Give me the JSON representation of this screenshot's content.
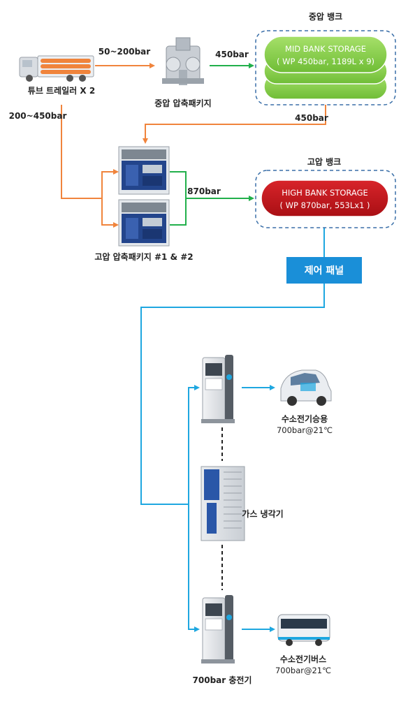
{
  "tube_trailer": {
    "label": "튜브 트레일러 X 2"
  },
  "flows": {
    "trailer_to_mid_compressor": "50~200bar",
    "mid_compressor_to_mid_bank": "450bar",
    "trailer_to_high_compressor": "200~450bar",
    "mid_bank_return": "450bar",
    "high_compressor_to_high_bank": "870bar"
  },
  "mid_compressor": {
    "label": "중압 압축패키지"
  },
  "mid_bank": {
    "title": "중압 뱅크",
    "name": "MID BANK STORAGE",
    "spec": "( WP 450bar, 1189L x 9)"
  },
  "high_compressor": {
    "label": "고압 압축패키지 #1 & #2"
  },
  "high_bank": {
    "title": "고압 뱅크",
    "name": "HIGH BANK STORAGE",
    "spec": "( WP 870bar, 553Lx1 )"
  },
  "control_panel": {
    "label": "제어 패널"
  },
  "gas_chiller": {
    "label": "가스 냉각기"
  },
  "dispenser": {
    "label": "700bar 충전기"
  },
  "car": {
    "label": "수소전기승용",
    "spec": "700bar@21℃"
  },
  "bus": {
    "label": "수소전기버스",
    "spec": "700bar@21℃"
  },
  "colors": {
    "orange": "#f0843c",
    "green": "#21b04b",
    "cyan": "#1ea7e0",
    "mid_bank_green": "#8ed14f",
    "high_bank_red": "#c8161d",
    "panel_blue": "#1a8fd8",
    "dash_border": "#3a6fa8"
  }
}
